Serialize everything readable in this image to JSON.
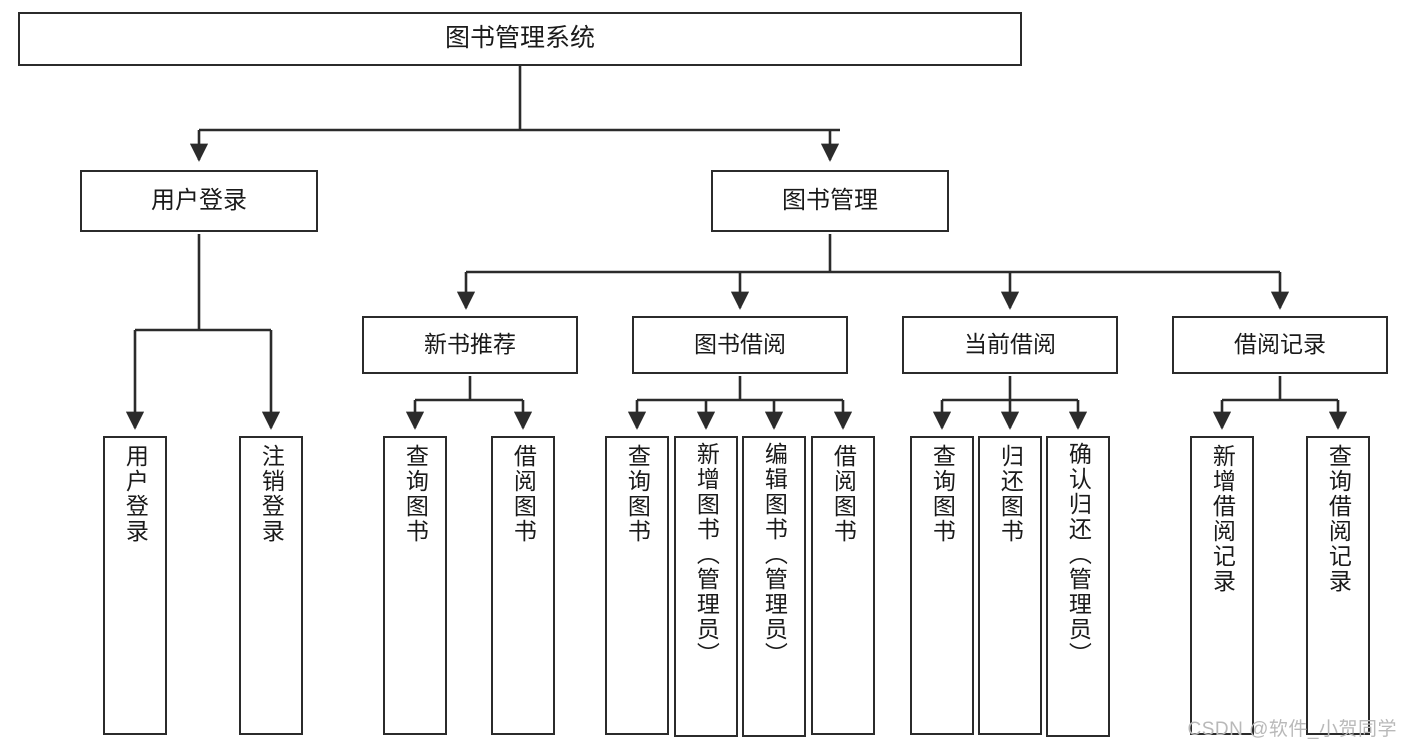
{
  "diagram": {
    "type": "org-tree",
    "orientation": "top-down",
    "root": {
      "label": "图书管理系统"
    },
    "level2": [
      {
        "label": "用户登录"
      },
      {
        "label": "图书管理"
      }
    ],
    "level3": [
      {
        "label": "新书推荐"
      },
      {
        "label": "图书借阅"
      },
      {
        "label": "当前借阅"
      },
      {
        "label": "借阅记录"
      }
    ],
    "leaves": {
      "user_login": [
        {
          "label": "用户登录"
        },
        {
          "label": "注销登录"
        }
      ],
      "new_book_recommend": [
        {
          "label": "查询图书"
        },
        {
          "label": "借阅图书"
        }
      ],
      "book_borrow": [
        {
          "label": "查询图书"
        },
        {
          "label": "新增图书（管理员）"
        },
        {
          "label": "编辑图书（管理员）"
        },
        {
          "label": "借阅图书"
        }
      ],
      "current_borrow": [
        {
          "label": "查询图书"
        },
        {
          "label": "归还图书"
        },
        {
          "label": "确认归还（管理员）"
        }
      ],
      "borrow_record": [
        {
          "label": "新增借阅记录"
        },
        {
          "label": "查询借阅记录"
        }
      ]
    }
  },
  "watermark": {
    "text": "CSDN @软件_小贺同学"
  },
  "colors": {
    "border": "#2b2b2b",
    "background": "#ffffff",
    "text": "#1a1a1a",
    "watermark": "#b9b9b9"
  }
}
